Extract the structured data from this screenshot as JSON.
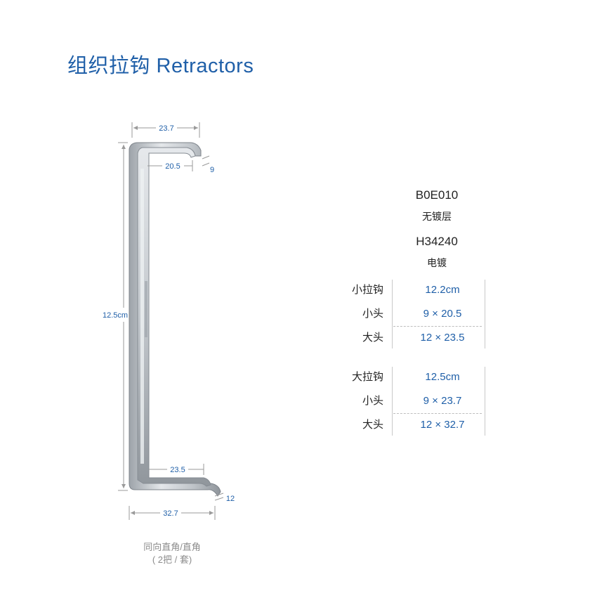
{
  "header": {
    "title": "组织拉钩 Retractors"
  },
  "figure": {
    "dims": {
      "top_outer": "23.7",
      "top_inner": "20.5",
      "top_depth": "9",
      "length": "12.5cm",
      "bottom_inner": "23.5",
      "bottom_depth": "12",
      "bottom_outer": "32.7"
    },
    "caption_line1": "同向直角/直角",
    "caption_line2": "( 2把 / 套)"
  },
  "codes": [
    {
      "code": "B0E010",
      "desc": "无镀层"
    },
    {
      "code": "H34240",
      "desc": "电镀"
    }
  ],
  "specs": [
    {
      "rows": [
        {
          "label": "小拉钩",
          "value": "12.2cm"
        },
        {
          "label": "小头",
          "value": "9 × 20.5"
        },
        {
          "label": "大头",
          "value": "12 × 23.5"
        }
      ]
    },
    {
      "rows": [
        {
          "label": "大拉钩",
          "value": "12.5cm"
        },
        {
          "label": "小头",
          "value": "9 × 23.7"
        },
        {
          "label": "大头",
          "value": "12 × 32.7"
        }
      ]
    }
  ],
  "colors": {
    "accent": "#1f5fa8",
    "text": "#222222",
    "caption": "#8c8c8c",
    "metal": "#c4c8cc"
  }
}
